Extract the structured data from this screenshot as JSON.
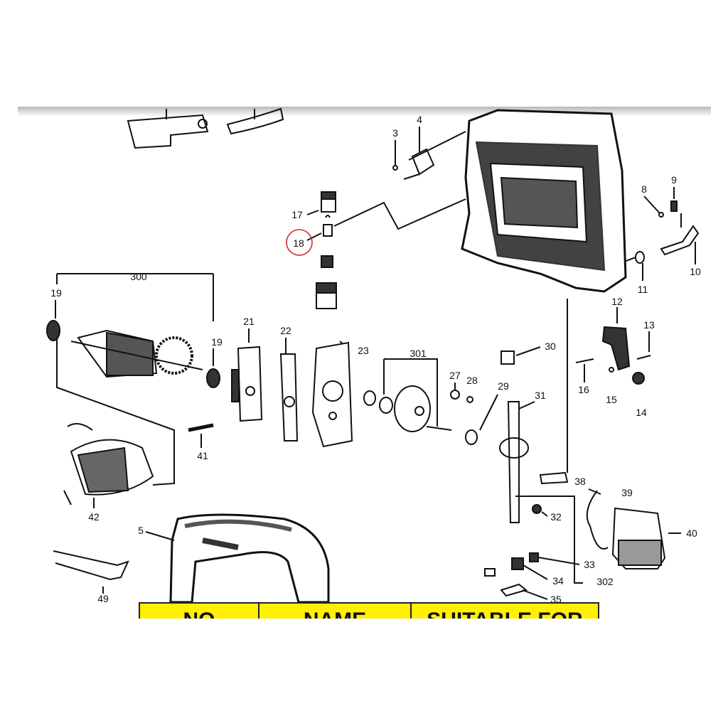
{
  "diagram": {
    "title": "Jigsaw exploded parts diagram",
    "highlight_color": "#d9262c",
    "highlighted_part": "18",
    "part_labels": [
      "3",
      "4",
      "17",
      "18",
      "8",
      "9",
      "10",
      "11",
      "300",
      "19",
      "19",
      "21",
      "22",
      "23",
      "301",
      "27",
      "28",
      "29",
      "30",
      "31",
      "12",
      "13",
      "16",
      "15",
      "14",
      "41",
      "42",
      "38",
      "39",
      "40",
      "5",
      "32",
      "33",
      "34",
      "302",
      "35",
      "49"
    ]
  },
  "table": {
    "header_color": "#ffef00",
    "columns": [
      "NO",
      "NAME",
      "SUITABLE FOR"
    ]
  }
}
